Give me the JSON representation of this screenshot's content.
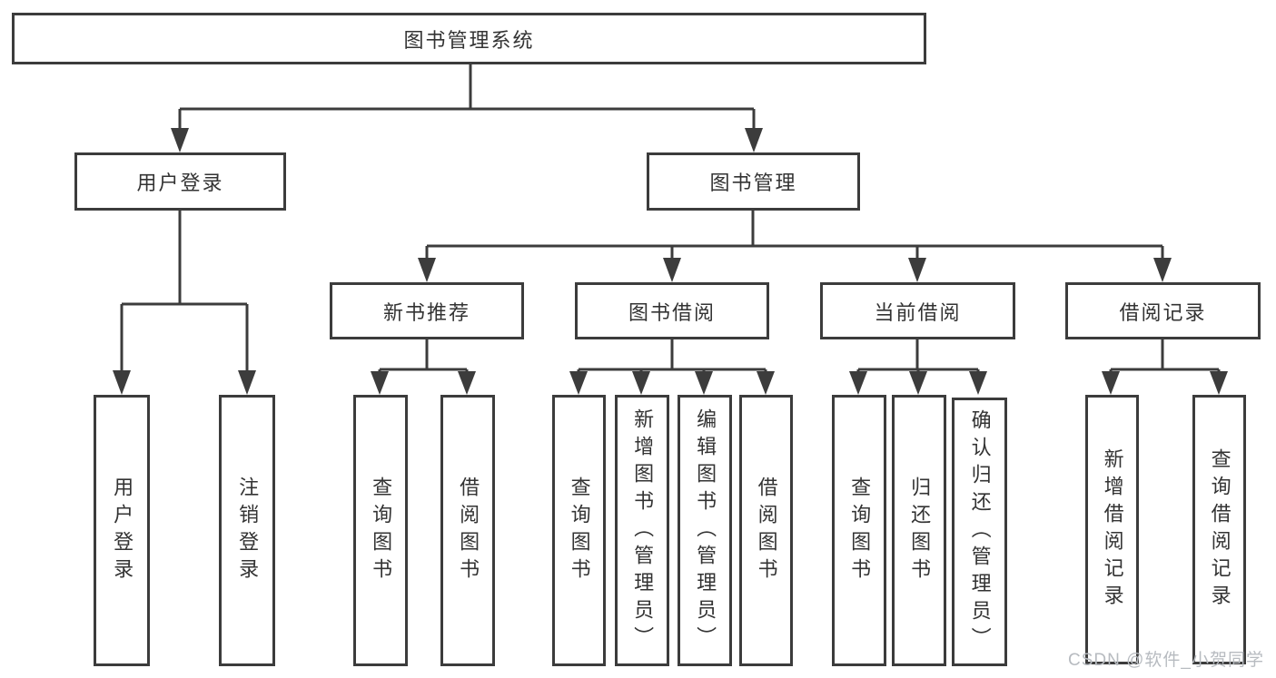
{
  "tree": {
    "root": "图书管理系统",
    "login_branch": {
      "label": "用户登录",
      "children": [
        "用户登录",
        "注销登录"
      ]
    },
    "mgmt_branch": {
      "label": "图书管理",
      "groups": [
        {
          "label": "新书推荐",
          "children": [
            "查询图书",
            "借阅图书"
          ]
        },
        {
          "label": "图书借阅",
          "children": [
            "查询图书",
            "新增图书（管理员）",
            "编辑图书（管理员）",
            "借阅图书"
          ]
        },
        {
          "label": "当前借阅",
          "children": [
            "查询图书",
            "归还图书",
            "确认归还（管理员）"
          ]
        },
        {
          "label": "借阅记录",
          "children": [
            "新增借阅记录",
            "查询借阅记录"
          ]
        }
      ]
    }
  },
  "watermark": {
    "text": "CSDN @软件_小贺同学"
  },
  "colors": {
    "line": "#3c3c3c",
    "text": "#333333",
    "watermark": "#b7bbc0",
    "background": "#ffffff"
  }
}
